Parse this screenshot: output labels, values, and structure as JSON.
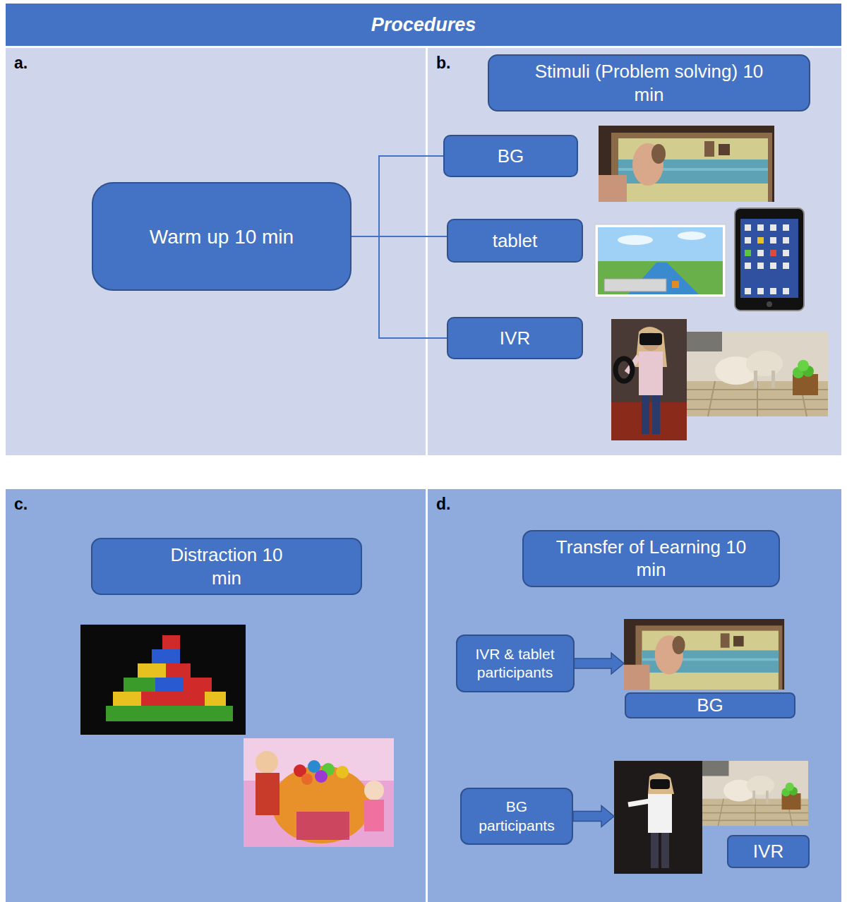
{
  "diagram": {
    "title": "Procedures",
    "nodes": [
      {
        "text": [
          "a."
        ]
      },
      {
        "text": [
          "Warm up 10 min"
        ],
        "in": 0
      },
      {
        "text": [
          "b."
        ]
      },
      {
        "text": [
          "Stimuli (Problem solving) 10 min"
        ],
        "in": 2
      },
      {
        "text": [
          "BG"
        ],
        "in": 2
      },
      {
        "text": [
          "tablet"
        ],
        "in": 2
      },
      {
        "text": [
          "IVR"
        ],
        "in": 2
      },
      {
        "text": [
          "c."
        ]
      },
      {
        "text": [
          "Distraction 10 min"
        ],
        "in": 7
      },
      {
        "text": [
          "d."
        ]
      },
      {
        "text": [
          "Transfer of Learning 10 min"
        ],
        "in": 9
      },
      {
        "text": [
          "IVR & tablet participants"
        ],
        "in": 9
      },
      {
        "text": [
          "BG"
        ],
        "in": 9
      },
      {
        "text": [
          "BG participants"
        ],
        "in": 9
      },
      {
        "text": [
          "IVR"
        ],
        "in": 9
      }
    ],
    "edges": [
      {
        "from": 1,
        "to": 4,
        "arrow": "none"
      },
      {
        "from": 1,
        "to": 5,
        "arrow": "none"
      },
      {
        "from": 1,
        "to": 6,
        "arrow": "none"
      },
      {
        "from": 11,
        "to": 12,
        "arrow": "to"
      },
      {
        "from": 13,
        "to": 14,
        "arrow": "to"
      }
    ]
  }
}
